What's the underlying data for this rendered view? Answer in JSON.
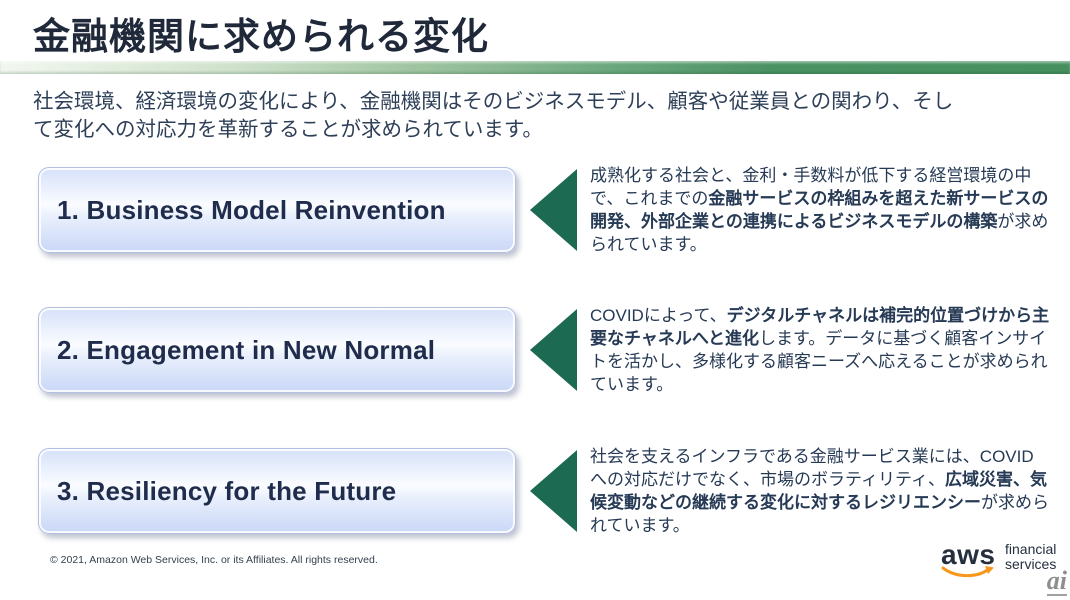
{
  "slide": {
    "title": "金融機関に求められる変化",
    "intro": "社会環境、経済環境の変化により、金融機関はそのビジネスモデル、顧客や従業員との関わり、そし\nて変化への対応力を革新することが求められています。",
    "items": [
      {
        "label": "1. Business Model Reinvention",
        "description": [
          {
            "text": "成熟化する社会と、金利・手数料が低下する経営環境の中で、これまでの",
            "bold": false
          },
          {
            "text": "金融サービスの枠組みを超えた新サービスの開発、外部企業との連携によるビジネスモデルの構築",
            "bold": true
          },
          {
            "text": "が求められています。",
            "bold": false
          }
        ]
      },
      {
        "label": "2. Engagement in New Normal",
        "description": [
          {
            "text": "COVIDによって、",
            "bold": false
          },
          {
            "text": "デジタルチャネルは補完的位置づけから主要なチャネルへと進化",
            "bold": true
          },
          {
            "text": "します。データに基づく顧客インサイトを活かし、多様化する顧客ニーズへ応えることが求められています。",
            "bold": false
          }
        ]
      },
      {
        "label": "3. Resiliency for the Future",
        "description": [
          {
            "text": "社会を支えるインフラである金融サービス業には、COVIDへの対応だけでなく、市場のボラティリティ、",
            "bold": false
          },
          {
            "text": "広域災害、気候変動などの継続する変化に対するレジリエンシー",
            "bold": true
          },
          {
            "text": "が求められています。",
            "bold": false
          }
        ]
      }
    ],
    "footer": {
      "copyright": "© 2021, Amazon Web Services, Inc. or its Affiliates. All rights reserved."
    },
    "logo": {
      "brand": "aws",
      "sub_line1": "financial",
      "sub_line2": "services",
      "watermark": "ai"
    },
    "colors": {
      "accent_green": "#1d6a53",
      "bar_green_end": "#46905f",
      "title_navy": "#20293a",
      "body_navy": "#263a55",
      "aws_orange": "#f7981d"
    }
  }
}
